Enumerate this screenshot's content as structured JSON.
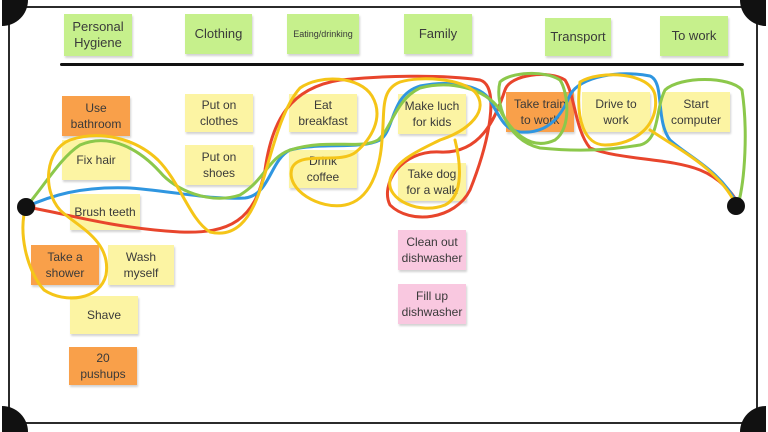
{
  "headers": {
    "personal_hygiene": "Personal\nHygiene",
    "clothing": "Clothing",
    "eating_drinking": "Eating/drinking",
    "family": "Family",
    "transport": "Transport",
    "to_work": "To work"
  },
  "notes": {
    "use_bathroom": "Use\nbathroom",
    "fix_hair": "Fix hair",
    "brush_teeth": "Brush teeth",
    "take_shower": "Take a\nshower",
    "wash_myself": "Wash\nmyself",
    "shave": "Shave",
    "pushups": "20 pushups",
    "put_on_clothes": "Put on\nclothes",
    "put_on_shoes": "Put on\nshoes",
    "eat_breakfast": "Eat\nbreakfast",
    "drink_coffee": "Drink\ncoffee",
    "make_lunch": "Make luch\nfor kids",
    "take_dog": "Take dog\nfor a walk",
    "clean_dishwasher": "Clean out\ndishwasher",
    "fill_dishwasher": "Fill up\ndishwasher",
    "take_train": "Take train\nto work",
    "drive_to_work": "Drive to\nwork",
    "start_computer": "Start\ncomputer"
  },
  "colors": {
    "header_note": "#c6f08c",
    "step_note": "#fcf4a3",
    "highlight_note": "#f9a04a",
    "optional_note": "#f9c8e0",
    "path_red": "#e8452c",
    "path_blue": "#2f96e0",
    "path_green": "#8cc84b",
    "path_yellow": "#f5c518"
  }
}
